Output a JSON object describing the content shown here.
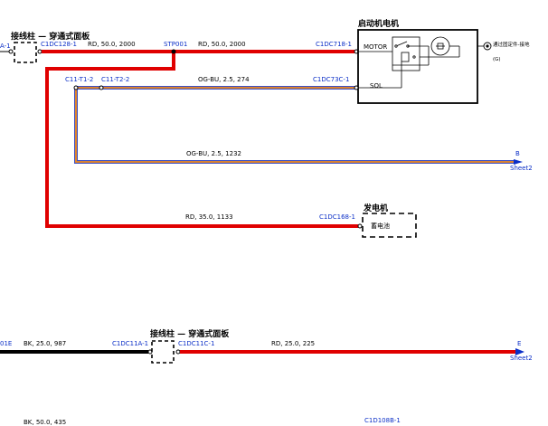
{
  "colors": {
    "red_wire": "#e00000",
    "black_wire": "#000000",
    "og_bu_outer": "#3b4fc4",
    "og_bu_inner": "#f08a1e",
    "connector_label": "#0b2fc7"
  },
  "top": {
    "stud_panel_title": "接线柱 — 穿通式面板",
    "left_cut_label": "A-1",
    "conn_c1dc128": "C1DC128-1",
    "wire1_spec": "RD, 50.0, 2000",
    "splice": "STP001",
    "wire2_spec": "RD, 50.0, 2000",
    "conn_c1dc718": "C1DC718-1",
    "starter_title": "启动机电机",
    "motor_label": "MOTOR",
    "sol_label": "SOL",
    "ground_note": "通过固定件-接地",
    "ground_code": "(G)",
    "conn_c11t1": "C11-T1-2",
    "conn_c11t2": "C11-T2-2",
    "wire3_spec": "OG-BU, 2.5, 274",
    "conn_c1dc73c": "C1DC73C-1",
    "wire4_spec": "OG-BU, 2.5, 1232",
    "offpage_b": "B",
    "offpage_b_sheet": "Sheet2",
    "wire5_spec": "RD, 35.0, 1133",
    "conn_c1dc168": "C1DC168-1",
    "generator_title": "发电机",
    "battery_label": "蓄电池"
  },
  "bottom": {
    "left_cut_label": "01E",
    "wire6_spec": "BK, 25.0, 987",
    "conn_c1dc11a": "C1DC11A-1",
    "stud_panel_title": "接线柱 — 穿通式面板",
    "conn_c1dc11c": "C1DC11C-1",
    "wire7_spec": "RD, 25.0, 225",
    "offpage_e": "E",
    "offpage_e_sheet": "Sheet2",
    "wire8_spec": "BK, 50.0, 435",
    "conn_c1d108b": "C1D108B-1"
  }
}
